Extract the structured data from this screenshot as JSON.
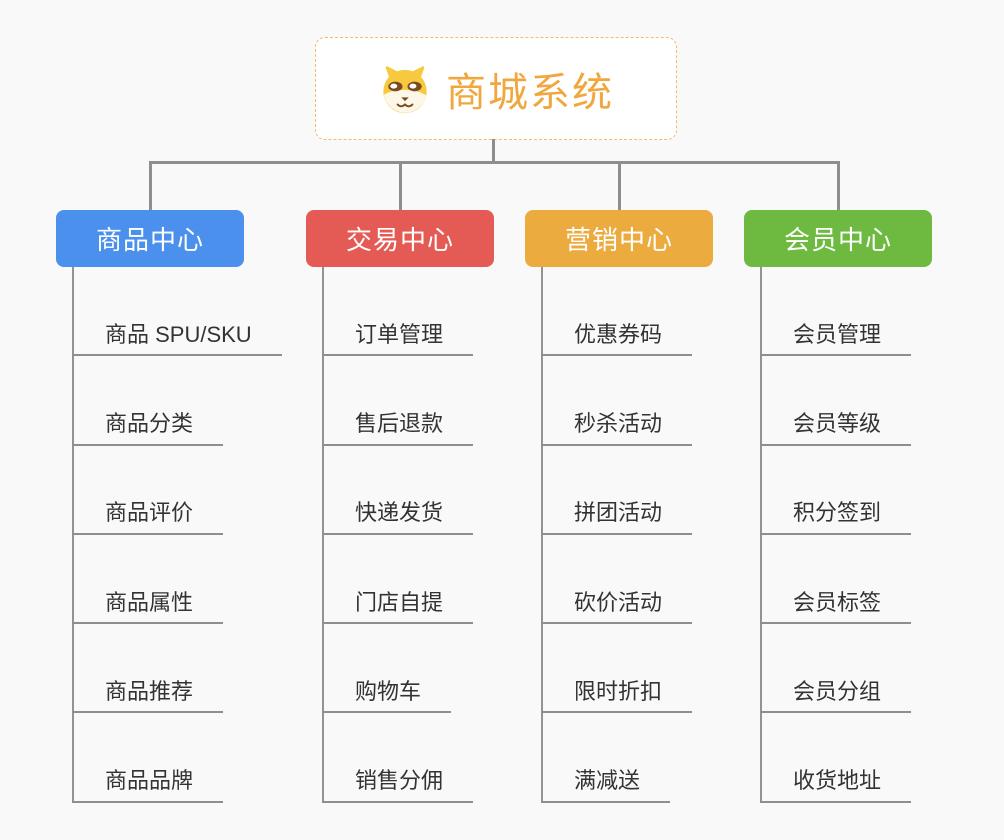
{
  "canvas": {
    "background_color": "#f9f9f9",
    "connector_color": "#8e8e8e"
  },
  "root": {
    "title": "商城系统",
    "icon": "dog-face-icon",
    "text_color": "#f0a73e",
    "border_color": "#f3bd68",
    "background_color": "#ffffff"
  },
  "branches": [
    {
      "title": "商品中心",
      "color": "#4a90ec",
      "children": [
        "商品 SPU/SKU",
        "商品分类",
        "商品评价",
        "商品属性",
        "商品推荐",
        "商品品牌"
      ]
    },
    {
      "title": "交易中心",
      "color": "#e45b56",
      "children": [
        "订单管理",
        "售后退款",
        "快递发货",
        "门店自提",
        "购物车",
        "销售分佣"
      ]
    },
    {
      "title": "营销中心",
      "color": "#ecab3e",
      "children": [
        "优惠券码",
        "秒杀活动",
        "拼团活动",
        "砍价活动",
        "限时折扣",
        "满减送"
      ]
    },
    {
      "title": "会员中心",
      "color": "#6eba40",
      "children": [
        "会员管理",
        "会员等级",
        "积分签到",
        "会员标签",
        "会员分组",
        "收货地址"
      ]
    }
  ]
}
